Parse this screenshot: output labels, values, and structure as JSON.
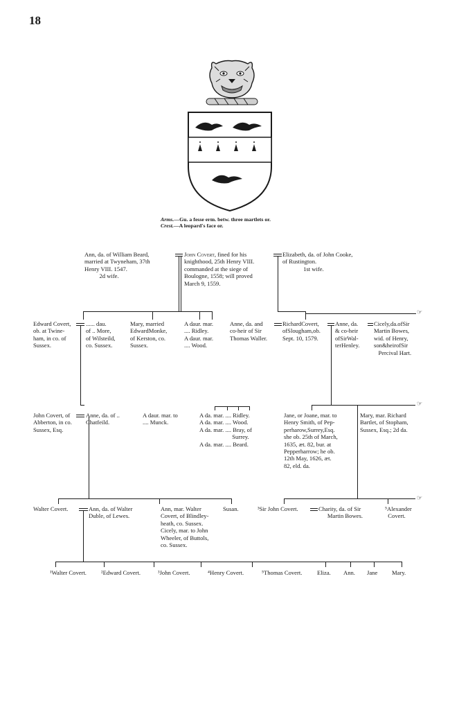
{
  "page": {
    "number": "18"
  },
  "heraldry": {
    "arms_label": "Arms.",
    "arms_text": "—Gu. a fesse erm. betw. three martlets or.",
    "crest_label": "Crest.",
    "crest_text": "—A leopard's face or."
  },
  "gen1": {
    "ann_beard": "Ann, da. of William Beard,\nmarried at Twyneham, 37th\nHenry VIII. 1547.\n          2d wife.",
    "john_covert_name": "John Covert",
    "john_covert_text": ", fined for his\nknighthood, 25th Henry VIII.\ncommanded at the siege of\nBoulogne, 1558; will proved\nMarch 9, 1559.",
    "elizabeth_cooke": "Elizabeth, da. of John Cooke,\nof Rustington.\n              1st wife."
  },
  "gen2": {
    "edward_covert": "Edward Covert,\nob. at Twine-\nham, in co. of\nSussex.",
    "dau_more": "...... dau.\nof .. More,\nof Wilsteild,\nco. Sussex.",
    "mary_monke": "Mary, married\nEdwardMonke,\nof Kerston, co.\nSussex.",
    "daur_ridley": "A daur. mar.\n.... Ridley.\nA daur. mar.\n.... Wood.",
    "anne_waller": "Anne, da. and\nco-heir of Sir\nThomas Waller.",
    "richard_covert": "RichardCovert,\nofSlougham,ob.\nSept. 10, 1579.",
    "anne_henley": "Anne, da.\n& co-heir\nofSirWal-\nterHenley.",
    "cicely_bowes": "Cicely,da.ofSir\nMartin Bowes,\nwid. of Henry,\nson&heirofSir\n   Percival Hart."
  },
  "gen3": {
    "john_covert": "John Covert, of\nAbberton, in co.\nSussex, Esq.",
    "anne_chatfeild": "Anne, da. of ..\nChatfeild.",
    "daur_munck": "A daur. mar. to\n.... Munck.",
    "da_list": "A da. mar. .... Ridley.\nA da. mar. .... Wood.\nA da. mar. .... Bray, of\n                      Surrey.\nA da. mar. .... Beard.",
    "jane_smith": "Jane, or Joane, mar. to\nHenry Smith, of Pep-\nperharow,Surrey,Esq.\nshe ob. 25th of March,\n1635, æt. 82, bur. at\nPepperharrow; he ob.\n12th May, 1626, æt.\n82, eld. da.",
    "mary_bartlet": "Mary, mar. Richard\nBartlet, of Stopham,\nSussex, Esq.; 2d da."
  },
  "gen4": {
    "walter_covert": "Walter Covert.",
    "ann_duble": "Ann, da. of Walter\nDuble, of Lewes.",
    "ann_cicely": "Ann, mar. Walter\nCovert, of Blindley-\nheath, co. Sussex.\nCicely, mar. to John\nWheeler, of Buttols,\nco. Sussex.",
    "susan": "Susan.",
    "sir_john": "³Sir John Covert.",
    "charity": "Charity, da. of Sir\n      Martin Bowes.",
    "alexander": "⁵Alexander\n  Covert."
  },
  "gen5": {
    "children": [
      "¹Walter Covert.",
      "²Edward Covert.",
      "³John Covert.",
      "⁴Henry Covert.",
      "⁵Thomas Covert.",
      "Eliza.",
      "Ann.",
      "Jane",
      "Mary."
    ]
  },
  "pointer_glyph": "☞",
  "colors": {
    "ink": "#1a1a1a",
    "paper": "#ffffff"
  }
}
